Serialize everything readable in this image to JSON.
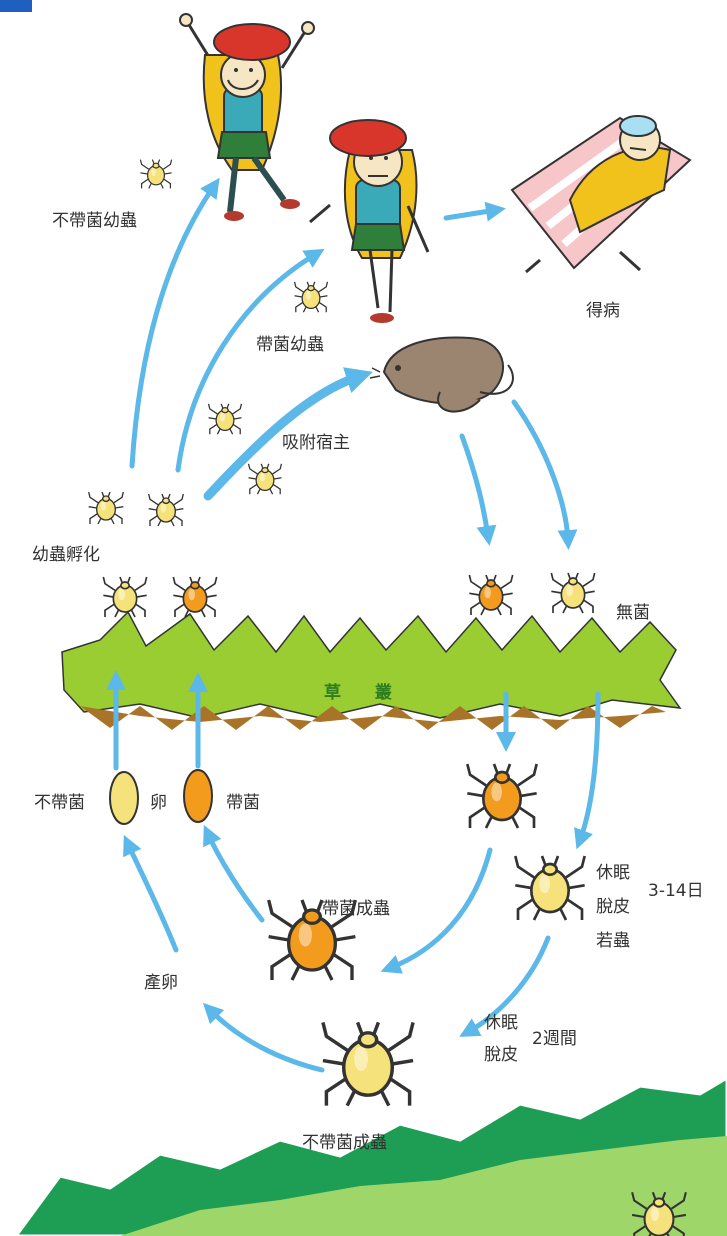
{
  "labels": {
    "uninfected_larva": "不帶菌幼蟲",
    "infected_larva": "帶菌幼蟲",
    "attach_host": "吸附宿主",
    "sick": "得病",
    "larva_hatch": "幼蟲孵化",
    "no_bacteria": "無菌",
    "grass": "草 叢",
    "egg_uninfected": "不帶菌",
    "egg": "卵",
    "egg_infected": "帶菌",
    "infected_adult": "帶菌成蟲",
    "dormancy_1": "休眠",
    "molt_1": "脫皮",
    "nymph": "若蟲",
    "duration_1": "3-14日",
    "lay_eggs": "產卵",
    "dormancy_2": "休眠",
    "molt_2": "脫皮",
    "duration_2": "2週間",
    "uninfected_adult": "不帶菌成蟲"
  },
  "colors": {
    "arrow": "#5bb8e8",
    "mite_yellow": "#f6e27a",
    "mite_orange": "#f29b1d",
    "grass_green": "#9acd32",
    "grass_brown": "#a9742a",
    "ground_dark": "#1e9e55",
    "ground_light": "#9fd66a",
    "hat_red": "#d8352b",
    "hair_yellow": "#f2c21c",
    "rat_brown": "#9b8470"
  }
}
